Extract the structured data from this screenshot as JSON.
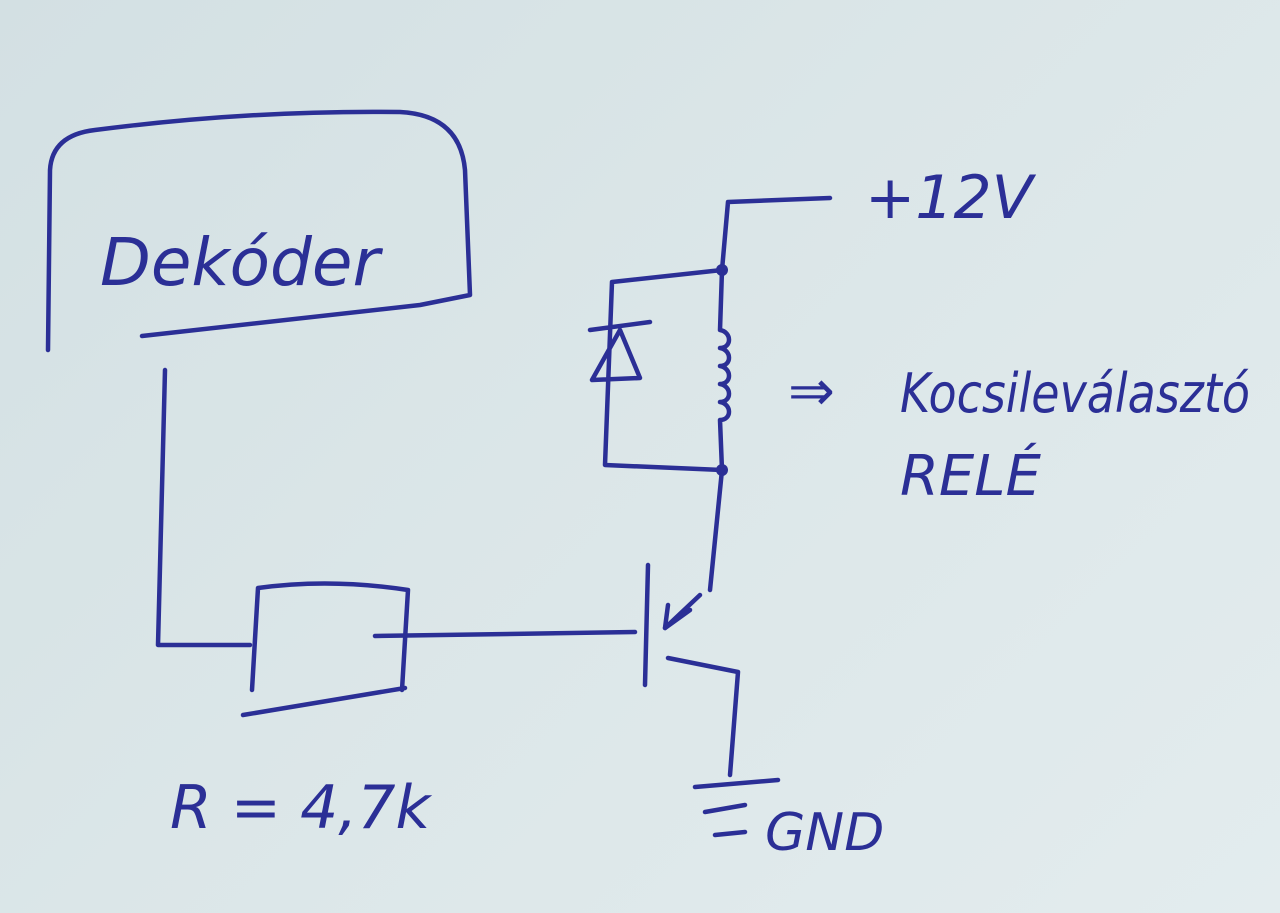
{
  "diagram": {
    "decoder_label": "Dekóder",
    "supply_label": "+12V",
    "relay_label_line1": "Kocsileválasztó",
    "relay_label_line2": "RELÉ",
    "arrow_label": "⇒",
    "resistor_label": "R = 4,7k",
    "ground_label": "GND"
  },
  "colors": {
    "ink": "#2b2f96",
    "paper": "#d9e4e7"
  }
}
